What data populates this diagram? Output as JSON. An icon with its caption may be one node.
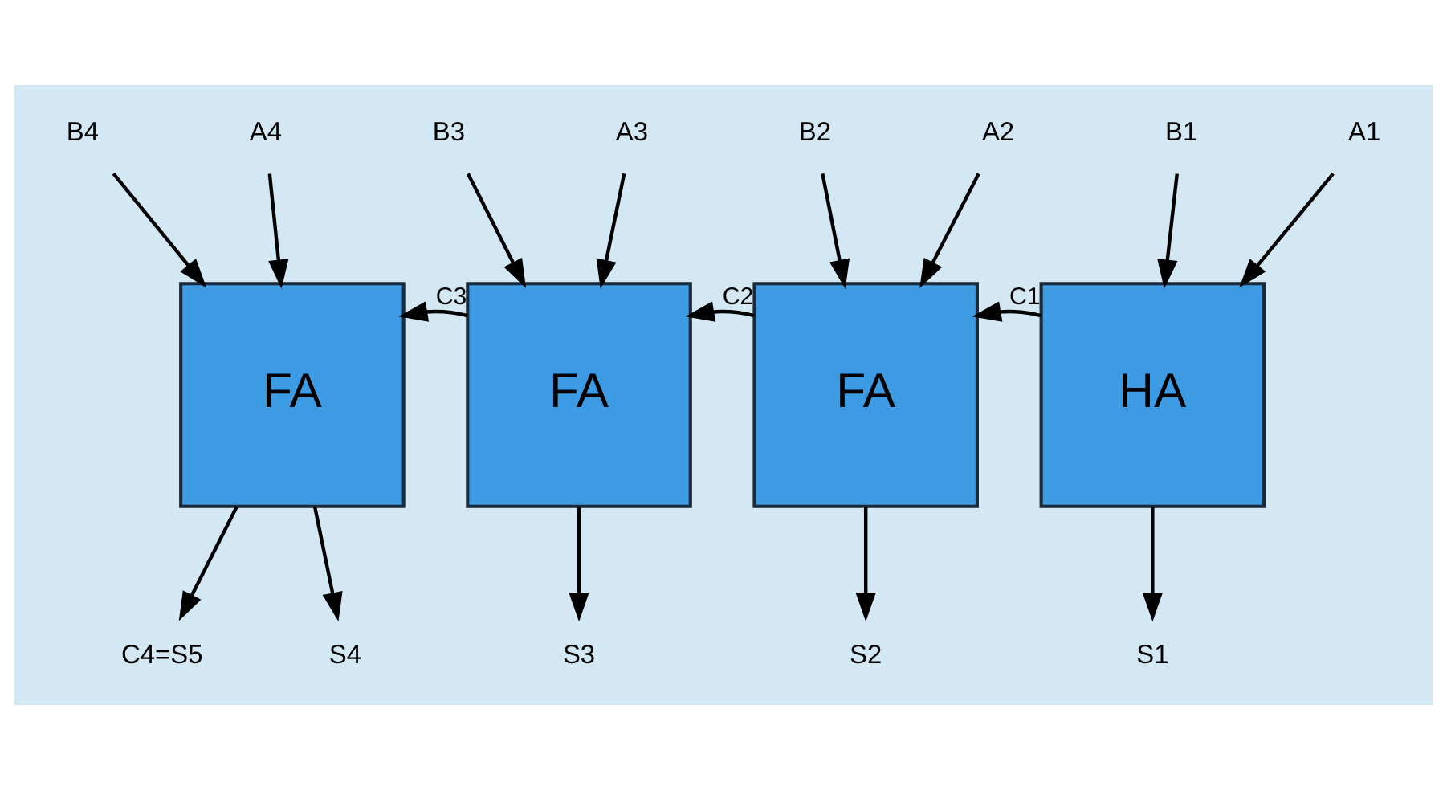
{
  "diagram": {
    "nodes": [
      {
        "text": [
          "B4"
        ]
      },
      {
        "text": [
          "A4"
        ]
      },
      {
        "text": [
          "B3"
        ]
      },
      {
        "text": [
          "A3"
        ]
      },
      {
        "text": [
          "B2"
        ]
      },
      {
        "text": [
          "A2"
        ]
      },
      {
        "text": [
          "B1"
        ]
      },
      {
        "text": [
          "A1"
        ]
      },
      {
        "text": [
          "FA"
        ]
      },
      {
        "text": [
          "FA"
        ]
      },
      {
        "text": [
          "FA"
        ]
      },
      {
        "text": [
          "HA"
        ]
      },
      {
        "text": [
          "C4=S5"
        ]
      },
      {
        "text": [
          "S4"
        ]
      },
      {
        "text": [
          "S3"
        ]
      },
      {
        "text": [
          "S2"
        ]
      },
      {
        "text": [
          "S1"
        ]
      }
    ],
    "edges": [
      {
        "from": 0,
        "to": 8,
        "arrow": "to"
      },
      {
        "from": 1,
        "to": 8,
        "arrow": "to"
      },
      {
        "from": 2,
        "to": 9,
        "arrow": "to"
      },
      {
        "from": 3,
        "to": 9,
        "arrow": "to"
      },
      {
        "from": 4,
        "to": 10,
        "arrow": "to"
      },
      {
        "from": 5,
        "to": 10,
        "arrow": "to"
      },
      {
        "from": 6,
        "to": 11,
        "arrow": "to"
      },
      {
        "from": 7,
        "to": 11,
        "arrow": "to"
      },
      {
        "from": 8,
        "to": 12,
        "arrow": "to"
      },
      {
        "from": 8,
        "to": 13,
        "arrow": "to"
      },
      {
        "from": 9,
        "to": 14,
        "arrow": "to"
      },
      {
        "from": 10,
        "to": 15,
        "arrow": "to"
      },
      {
        "from": 11,
        "to": 16,
        "arrow": "to"
      },
      {
        "from": 11,
        "to": 10,
        "arrow": "to",
        "label": "C1"
      },
      {
        "from": 10,
        "to": 9,
        "arrow": "to",
        "label": "C2"
      },
      {
        "from": 9,
        "to": 8,
        "arrow": "to",
        "label": "C3"
      }
    ]
  }
}
